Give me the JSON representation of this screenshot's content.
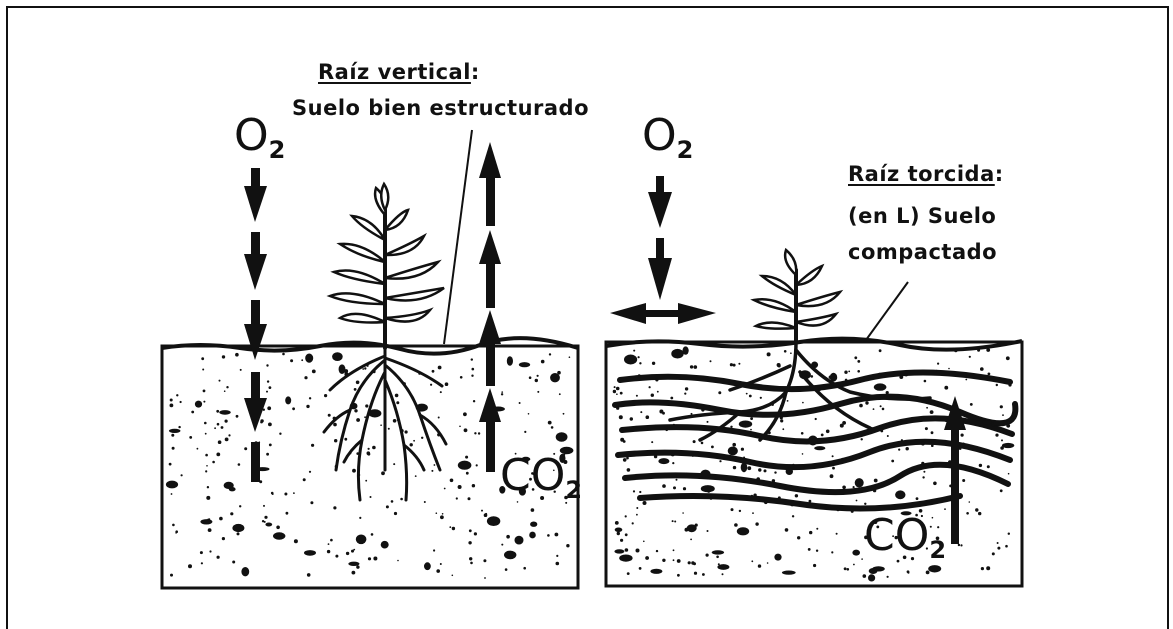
{
  "left": {
    "title": "Raíz vertical",
    "title_suffix": ":",
    "caption": "Suelo bien estructurado",
    "o2_main": "O",
    "o2_sub": "2",
    "co2_main": "CO",
    "co2_sub": "2"
  },
  "right": {
    "title": "Raíz torcida",
    "title_suffix": ":",
    "caption_line1": "(en L) Suelo",
    "caption_line2": "compactado",
    "o2_main": "O",
    "o2_sub": "2",
    "co2_main": "CO",
    "co2_sub": "2"
  },
  "colors": {
    "ink": "#111111",
    "paper": "#ffffff"
  }
}
